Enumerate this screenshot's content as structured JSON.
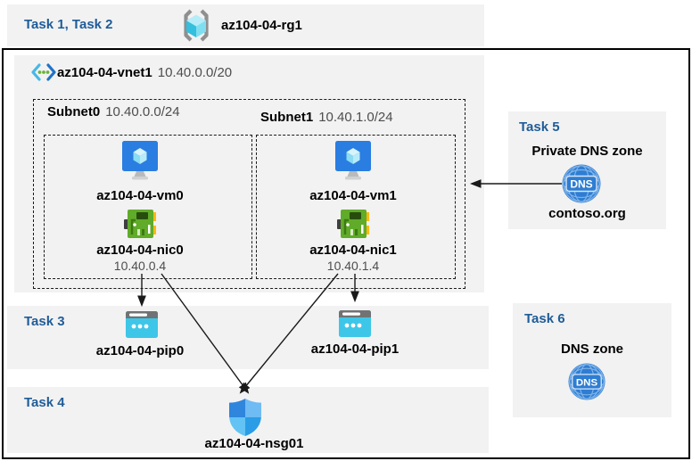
{
  "colors": {
    "task_label_blue": "#1f5c98",
    "panel_gray": "#f2f2f2",
    "arrow_black": "#1a1a1a",
    "vm_blue": "#2a7de1",
    "nic_green": "#60ab29",
    "nic_yellow": "#fdb913",
    "pip_cyan": "#3ec6e8",
    "nsg_blue": "#2f86dc",
    "dns_blue": "#2e7dd2",
    "rg_cyan": "#33bfdd"
  },
  "icons": {
    "resource_group": "bracketed-cube-icon",
    "virtual_network": "chevron-dots-icon",
    "virtual_machine": "monitor-cube-icon",
    "network_interface": "nic-card-icon",
    "public_ip": "browser-window-icon",
    "network_security_group": "shield-icon",
    "dns_zone": "globe-dns-icon"
  },
  "header": {
    "task_label": "Task 1, Task 2",
    "resource_group": "az104-04-rg1"
  },
  "vnet": {
    "name": "az104-04-vnet1",
    "cidr": "10.40.0.0/20",
    "subnets": [
      {
        "name": "Subnet0",
        "cidr": "10.40.0.0/24",
        "vm": "az104-04-vm0",
        "nic": "az104-04-nic0",
        "ip": "10.40.0.4"
      },
      {
        "name": "Subnet1",
        "cidr": "10.40.1.0/24",
        "vm": "az104-04-vm1",
        "nic": "az104-04-nic1",
        "ip": "10.40.1.4"
      }
    ]
  },
  "task3": {
    "label": "Task 3",
    "pip0": "az104-04-pip0",
    "pip1": "az104-04-pip1"
  },
  "task4": {
    "label": "Task 4",
    "nsg": "az104-04-nsg01"
  },
  "task5": {
    "label": "Task 5",
    "title": "Private DNS zone",
    "zone": "contoso.org",
    "dns_icon_text": "DNS"
  },
  "task6": {
    "label": "Task 6",
    "title": "DNS zone",
    "dns_icon_text": "DNS"
  }
}
